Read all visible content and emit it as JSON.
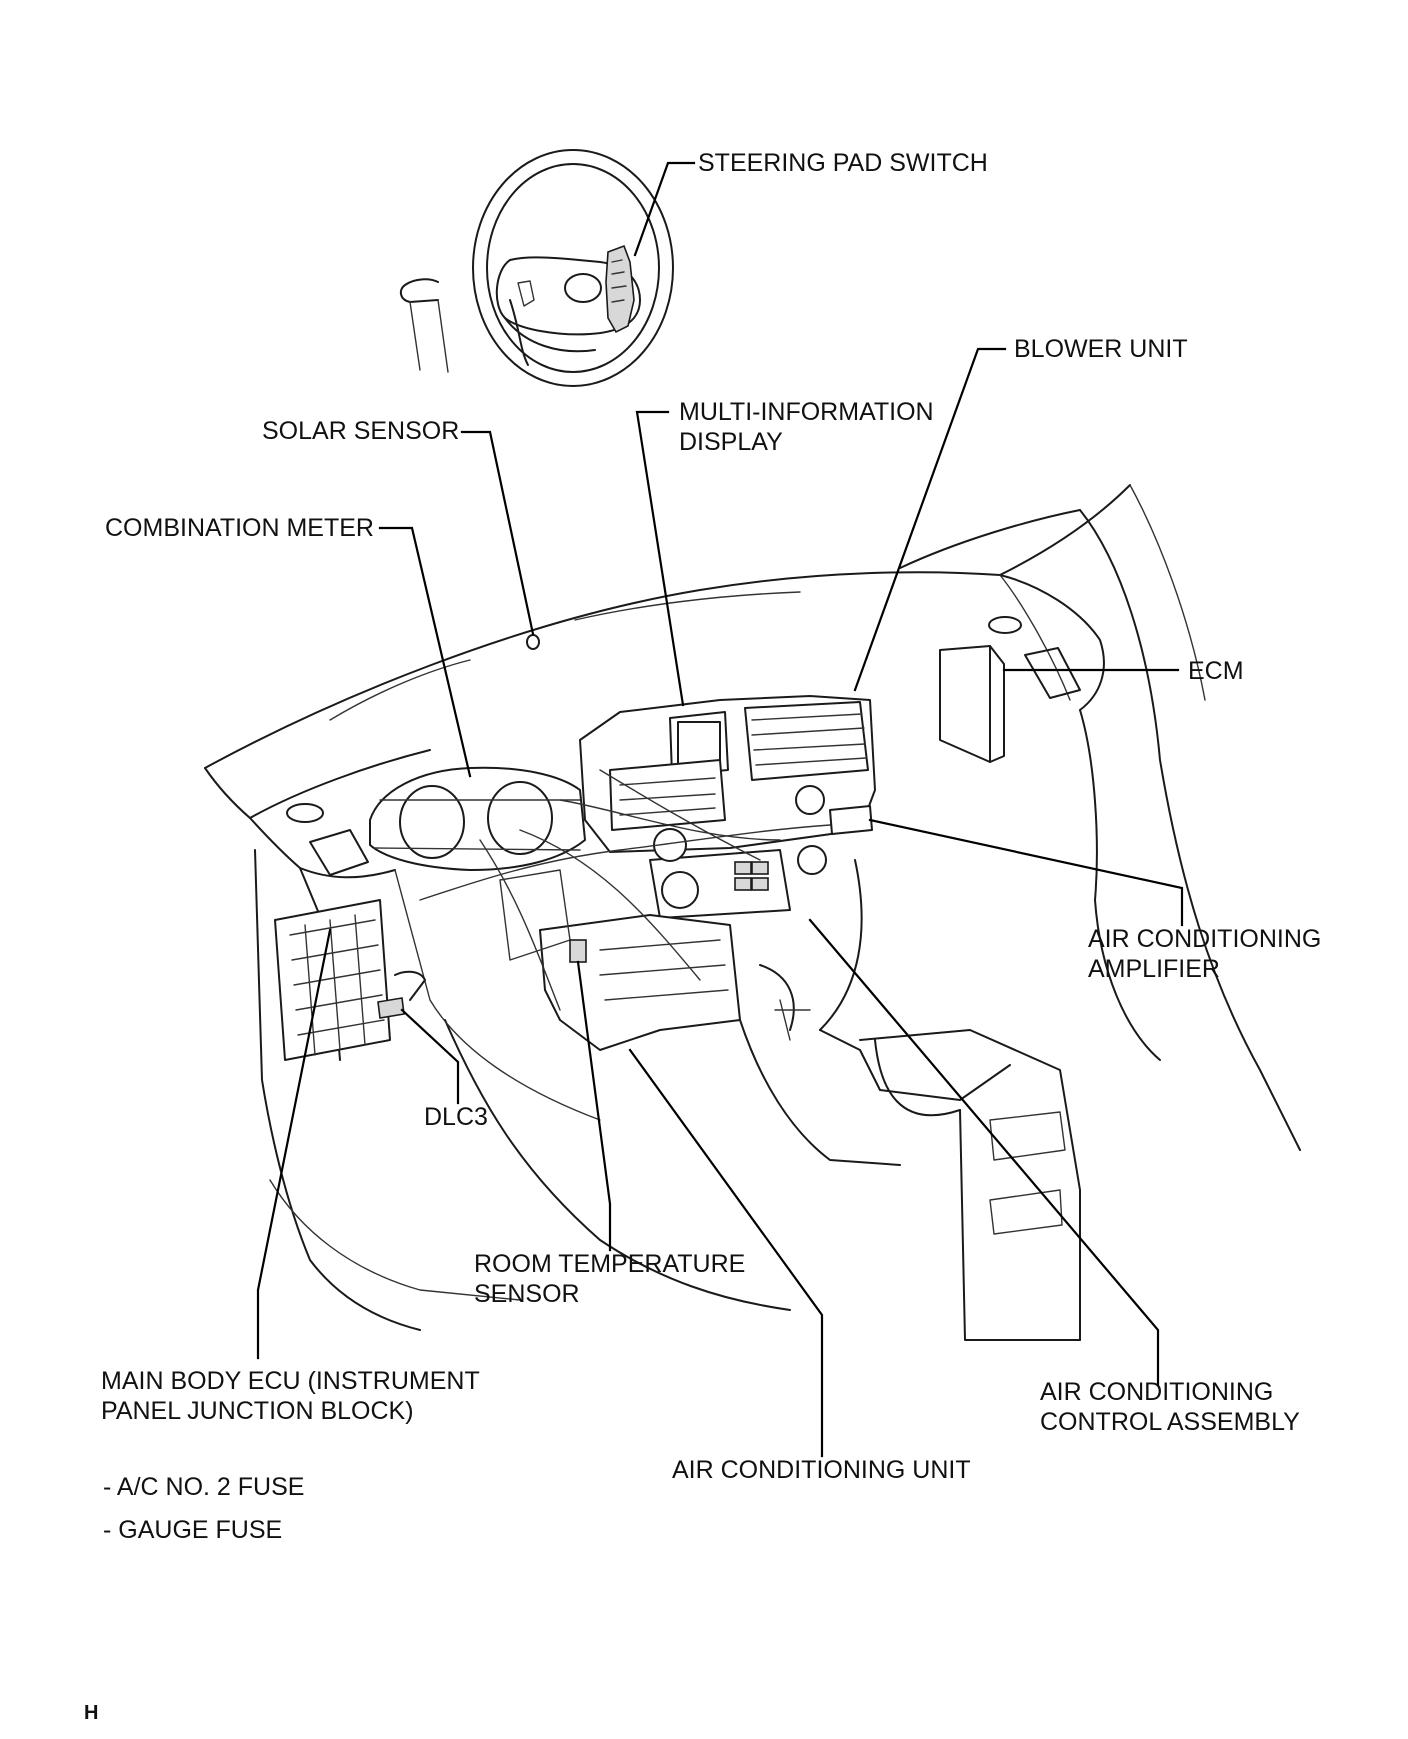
{
  "labels": {
    "steering_pad_switch": "STEERING PAD SWITCH",
    "blower_unit": "BLOWER UNIT",
    "multi_information_display_l1": "MULTI-INFORMATION",
    "multi_information_display_l2": "DISPLAY",
    "solar_sensor": "SOLAR SENSOR",
    "combination_meter": "COMBINATION METER",
    "ecm": "ECM",
    "air_conditioning_amplifier_l1": "AIR CONDITIONING",
    "air_conditioning_amplifier_l2": "AMPLIFIER",
    "dlc3": "DLC3",
    "room_temperature_sensor_l1": "ROOM TEMPERATURE",
    "room_temperature_sensor_l2": "SENSOR",
    "main_body_ecu_l1": "MAIN BODY ECU (INSTRUMENT",
    "main_body_ecu_l2": "PANEL JUNCTION BLOCK)",
    "air_conditioning_control_assembly_l1": "AIR CONDITIONING",
    "air_conditioning_control_assembly_l2": "CONTROL ASSEMBLY",
    "air_conditioning_unit": "AIR CONDITIONING UNIT",
    "fuse_ac_no2": "- A/C NO. 2 FUSE",
    "fuse_gauge": "- GAUGE FUSE"
  },
  "corner_mark": "H"
}
